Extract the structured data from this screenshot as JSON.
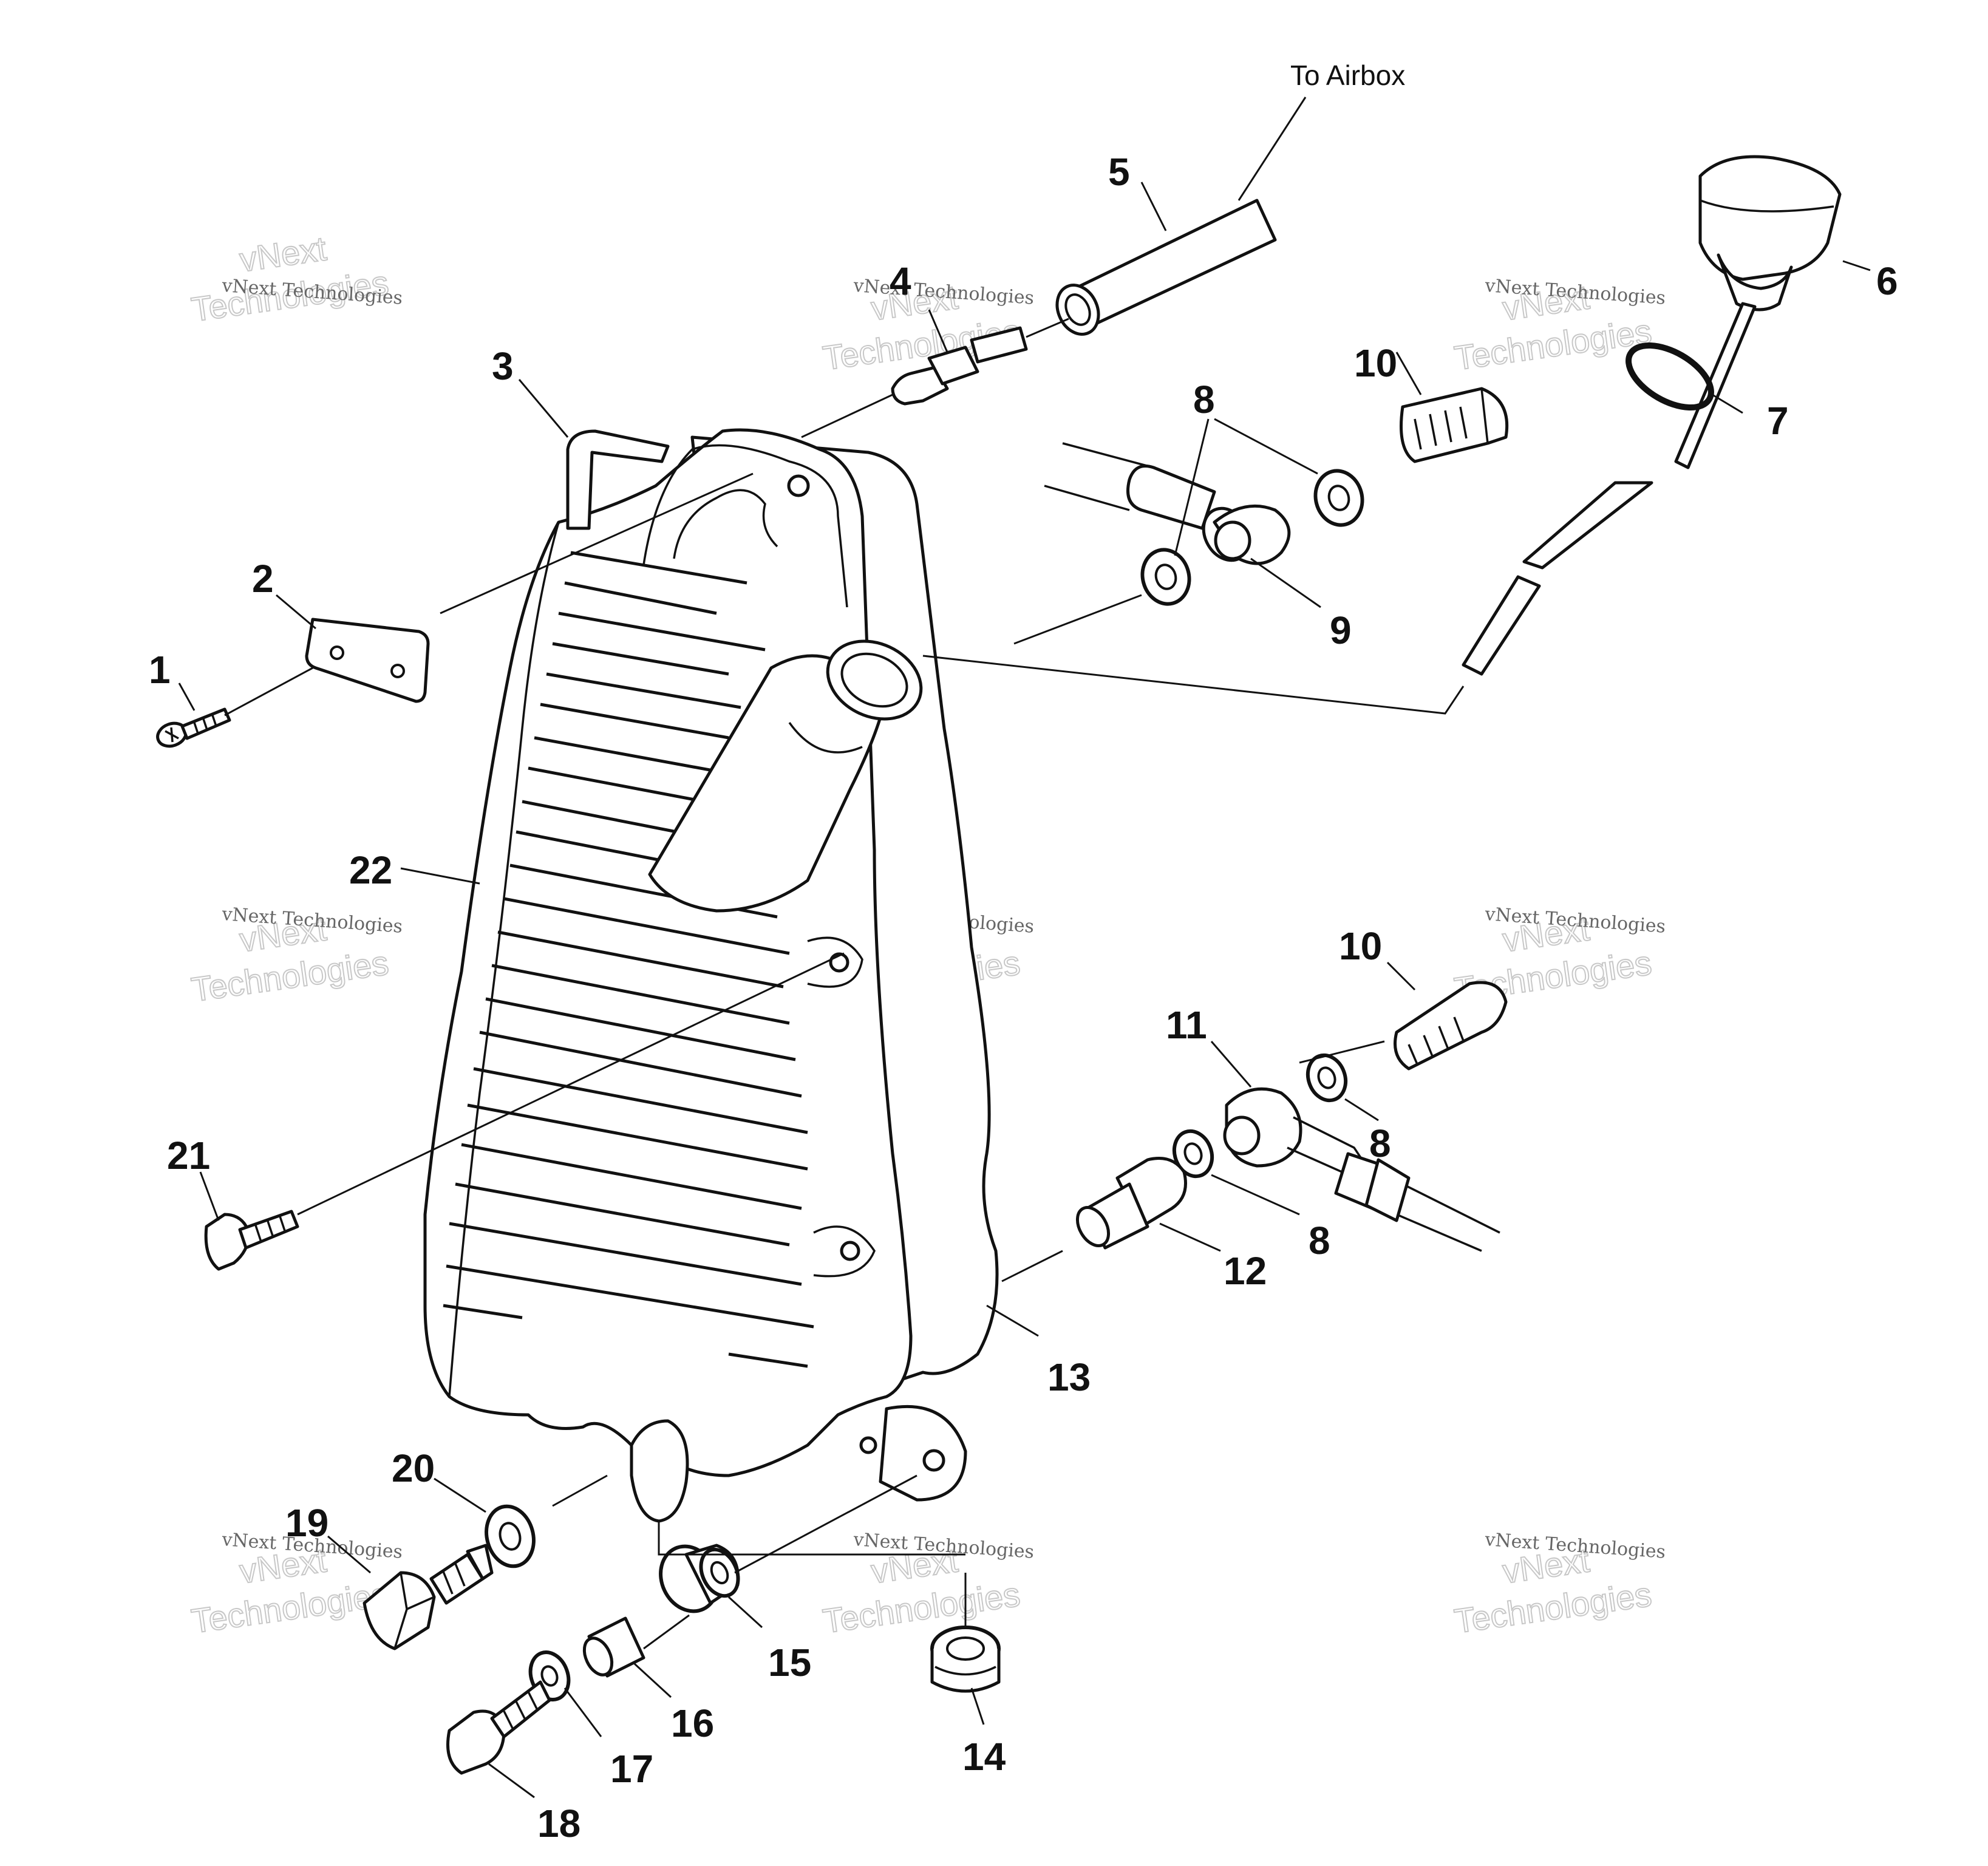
{
  "callouts": {
    "c1": "1",
    "c2": "2",
    "c3": "3",
    "c4": "4",
    "c5": "5",
    "c6": "6",
    "c7": "7",
    "c8a": "8",
    "c8b": "8",
    "c8c": "8",
    "c9": "9",
    "c10a": "10",
    "c10b": "10",
    "c11": "11",
    "c12": "12",
    "c13": "13",
    "c14": "14",
    "c15": "15",
    "c16": "16",
    "c17": "17",
    "c18": "18",
    "c19": "19",
    "c20": "20",
    "c21": "21",
    "c22": "22"
  },
  "annotation": "To Airbox",
  "watermark": {
    "small": "vNext Technologies",
    "big_top": "vNext",
    "big_bottom": "Technologies"
  }
}
